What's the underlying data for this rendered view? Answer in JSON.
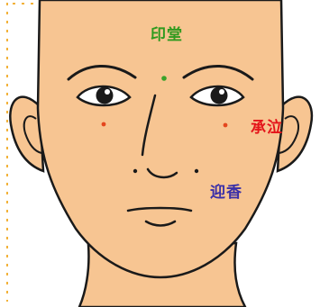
{
  "points": [
    {
      "name": "印堂",
      "color": "#2e9a1e"
    },
    {
      "name": "承泣",
      "color": "#e4141a"
    },
    {
      "name": "迎香",
      "color": "#3a2fa8"
    }
  ],
  "colors": {
    "skin": "#f7c592",
    "outline": "#1a1a1a",
    "frame_dash": "#f2b23a",
    "point_green": "#3aa22a",
    "point_red": "#e4461e",
    "nostril": "#1a1a1a"
  }
}
